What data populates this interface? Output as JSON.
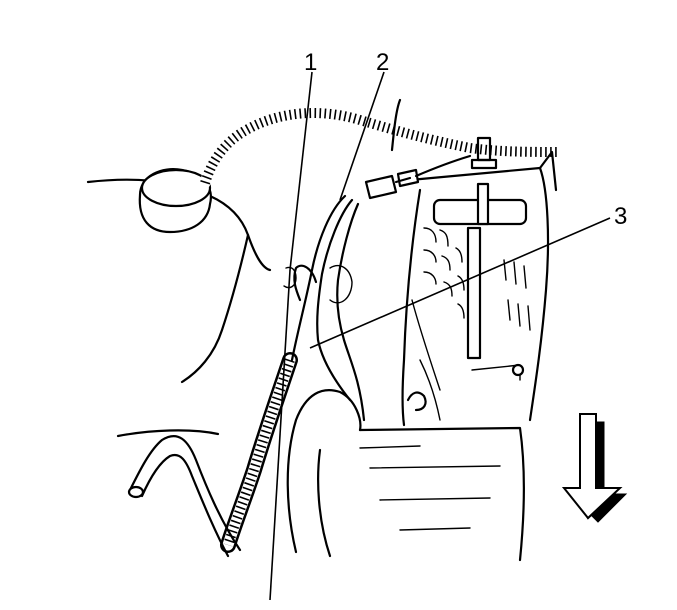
{
  "callouts": [
    {
      "label": "1"
    },
    {
      "label": "2"
    },
    {
      "label": "3"
    }
  ],
  "direction_arrow": {
    "icon": "down-arrow-icon"
  }
}
